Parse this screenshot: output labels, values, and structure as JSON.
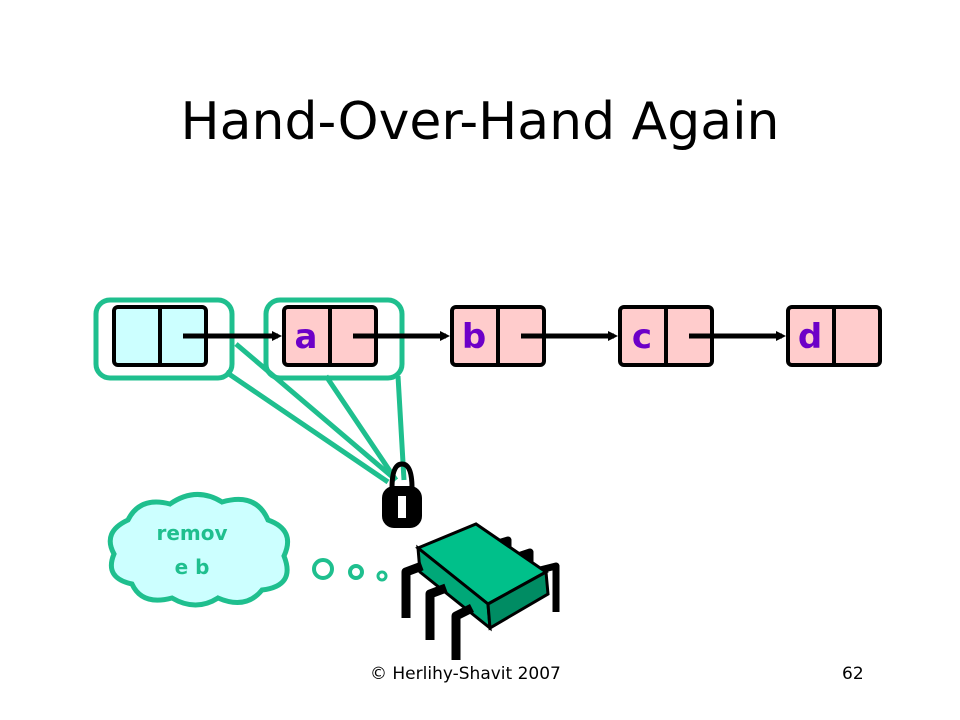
{
  "slide": {
    "title": "Hand-Over-Hand Again",
    "footer_copyright": "© Herlihy-Shavit 2007",
    "page_number": "62"
  },
  "diagram": {
    "sentinel_node": {
      "label": "",
      "fill": "#ccffff"
    },
    "nodes": [
      {
        "label": "a",
        "fill": "#ffcccc"
      },
      {
        "label": "b",
        "fill": "#ffcccc"
      },
      {
        "label": "c",
        "fill": "#ffcccc"
      },
      {
        "label": "d",
        "fill": "#ffcccc"
      }
    ],
    "locked_nodes": [
      "sentinel",
      "a"
    ],
    "thought": {
      "line1": "remov",
      "line2": "e b"
    },
    "colors": {
      "lock_outline": "#1fbf8e",
      "label_text": "#6d00c8",
      "chip_body": "#00c08a",
      "node_border": "#000000"
    },
    "icons": [
      "padlock-icon",
      "thread-chip-icon",
      "thought-bubble-icon"
    ]
  }
}
